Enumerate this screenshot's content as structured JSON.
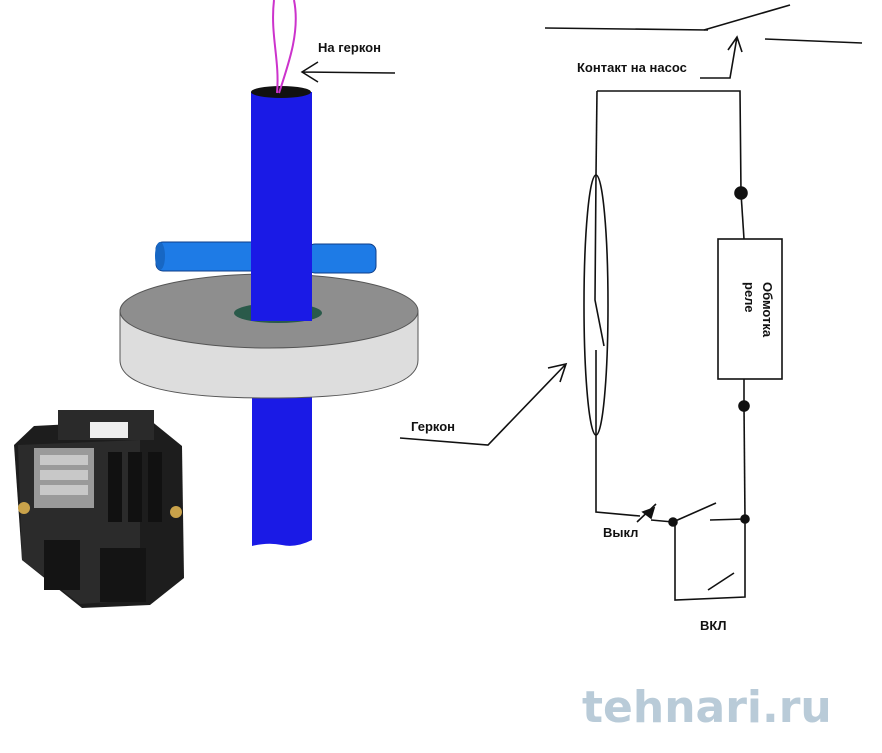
{
  "labels": {
    "reed_top": "На  геркон",
    "pump_contact": "Контакт на насос",
    "reed": "Геркон",
    "off": "Выкл",
    "on": "ВКЛ",
    "coil_line1": "Обмотка",
    "coil_line2": "реле"
  },
  "watermark": "tehnari.ru",
  "colors": {
    "tube": "#1a1ae6",
    "float_arm": "#1e7be6",
    "disc_top": "#8e8e8e",
    "disc_side": "#dddddd",
    "wire": "#cc33cc",
    "watermark": "#b9cbd8"
  }
}
